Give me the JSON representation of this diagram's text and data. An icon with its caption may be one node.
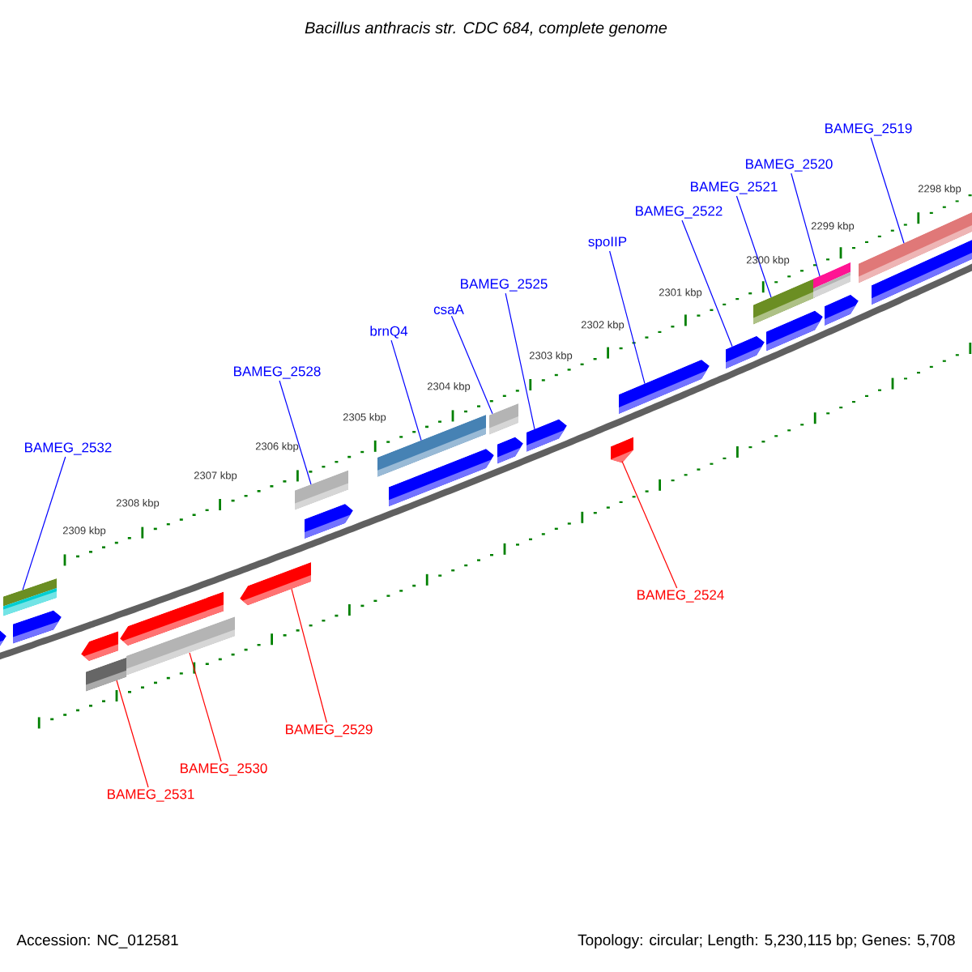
{
  "diagram": {
    "title": "Bacillus anthracis str. CDC 684, complete genome",
    "nodes": [
      {
        "text": [
          "BAMEG_2532"
        ]
      },
      {
        "text": [
          "BAMEG_2528"
        ]
      },
      {
        "text": [
          "brnQ4"
        ]
      },
      {
        "text": [
          "csaA"
        ]
      },
      {
        "text": [
          "BAMEG_2525"
        ]
      },
      {
        "text": [
          "spoIIP"
        ]
      },
      {
        "text": [
          "BAMEG_2522"
        ]
      },
      {
        "text": [
          "BAMEG_2521"
        ]
      },
      {
        "text": [
          "BAMEG_2520"
        ]
      },
      {
        "text": [
          "BAMEG_2519"
        ]
      },
      {
        "text": [
          "BAMEG_2524"
        ]
      },
      {
        "text": [
          "BAMEG_2529"
        ]
      },
      {
        "text": [
          "BAMEG_2530"
        ]
      },
      {
        "text": [
          "BAMEG_2531"
        ]
      },
      {
        "text": [],
        "shape": "bar"
      },
      {
        "text": [],
        "shape": "bar"
      },
      {
        "text": [],
        "shape": "bar"
      },
      {
        "text": [],
        "shape": "bar"
      },
      {
        "text": [],
        "shape": "bar"
      },
      {
        "text": [],
        "shape": "bar"
      },
      {
        "text": [],
        "shape": "bar"
      },
      {
        "text": [],
        "shape": "bar"
      },
      {
        "text": [],
        "shape": "bar"
      },
      {
        "text": [],
        "shape": "bar"
      },
      {
        "text": [],
        "shape": "bar"
      },
      {
        "text": [],
        "shape": "bar"
      },
      {
        "text": [],
        "shape": "bar"
      },
      {
        "text": [],
        "shape": "bar"
      },
      {
        "text": [],
        "shape": "bar"
      }
    ],
    "edges": [
      {
        "from": 0,
        "to": 14,
        "arrow": "none"
      },
      {
        "from": 1,
        "to": 18,
        "arrow": "none"
      },
      {
        "from": 2,
        "to": 19,
        "arrow": "none"
      },
      {
        "from": 3,
        "to": 20,
        "arrow": "none"
      },
      {
        "from": 4,
        "to": 21,
        "arrow": "none"
      },
      {
        "from": 5,
        "to": 23,
        "arrow": "none"
      },
      {
        "from": 6,
        "to": 24,
        "arrow": "none"
      },
      {
        "from": 7,
        "to": 25,
        "arrow": "none"
      },
      {
        "from": 8,
        "to": 26,
        "arrow": "none"
      },
      {
        "from": 9,
        "to": 27,
        "arrow": "none"
      },
      {
        "from": 10,
        "to": 22,
        "arrow": "none",
        "color": "#ff0000"
      },
      {
        "from": 11,
        "to": 17,
        "arrow": "none",
        "color": "#ff0000"
      },
      {
        "from": 12,
        "to": 16,
        "arrow": "none",
        "color": "#ff0000"
      },
      {
        "from": 13,
        "to": 15,
        "arrow": "none",
        "color": "#ff0000"
      }
    ],
    "labels": [
      "2298 kbp",
      "2299 kbp",
      "2300 kbp",
      "2301 kbp",
      "2302 kbp",
      "2303 kbp",
      "2304 kbp",
      "2305 kbp",
      "2306 kbp",
      "2307 kbp",
      "2308 kbp",
      "2309 kbp",
      "Accession: NC_012581",
      "Topology: circular; Length: 5,230,115 bp; Genes: 5,708"
    ]
  }
}
